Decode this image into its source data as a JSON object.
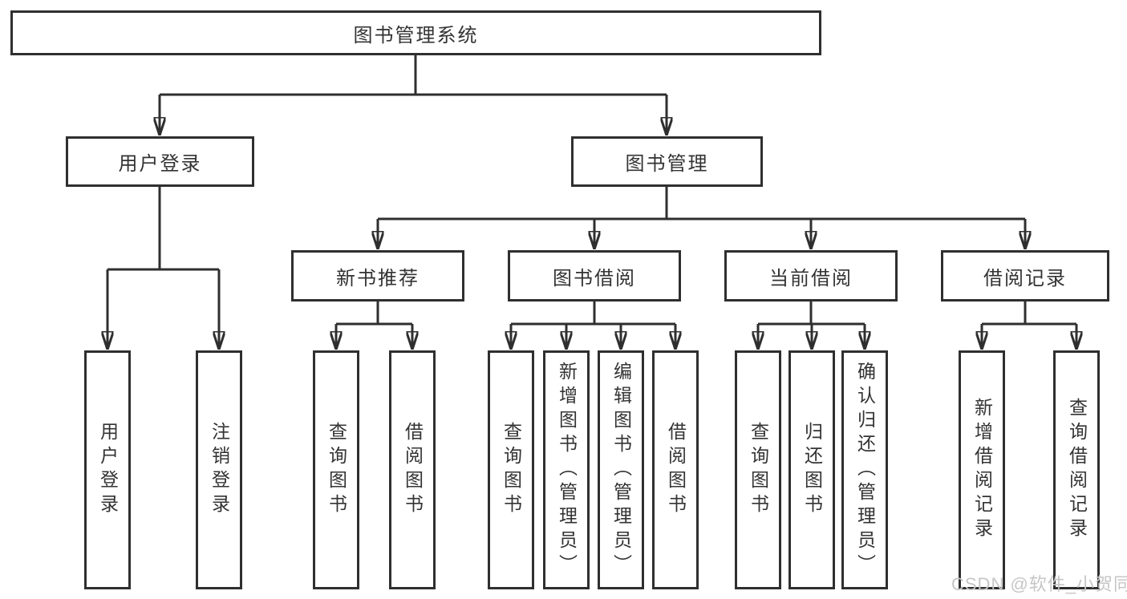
{
  "tree": {
    "label": "图书管理系统",
    "children": [
      {
        "label": "用户登录",
        "children": [
          {
            "label": "用户登录"
          },
          {
            "label": "注销登录"
          }
        ]
      },
      {
        "label": "图书管理",
        "children": [
          {
            "label": "新书推荐",
            "children": [
              {
                "label": "查询图书"
              },
              {
                "label": "借阅图书"
              }
            ]
          },
          {
            "label": "图书借阅",
            "children": [
              {
                "label": "查询图书"
              },
              {
                "label": "新增图书（管理员）"
              },
              {
                "label": "编辑图书（管理员）"
              },
              {
                "label": "借阅图书"
              }
            ]
          },
          {
            "label": "当前借阅",
            "children": [
              {
                "label": "查询图书"
              },
              {
                "label": "归还图书"
              },
              {
                "label": "确认归还（管理员）"
              }
            ]
          },
          {
            "label": "借阅记录",
            "children": [
              {
                "label": "新增借阅记录"
              },
              {
                "label": "查询借阅记录"
              }
            ]
          }
        ]
      }
    ]
  },
  "watermark": {
    "text": "CSDN @软件_小贺同学"
  },
  "colors": {
    "line": "#2f2f2f",
    "box_border": "#2f2f2f",
    "box_fill": "#ffffff",
    "text": "#333333",
    "watermark": "#c6c6c6"
  }
}
